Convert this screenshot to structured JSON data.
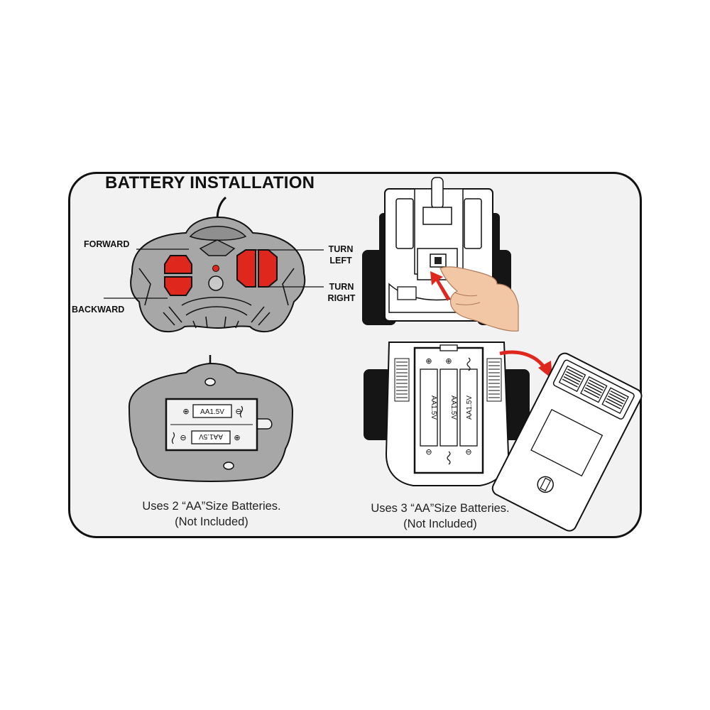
{
  "title": "BATTERY INSTALLATION",
  "remote": {
    "forward": "FORWARD",
    "backward": "BACKWARD",
    "turn_left_1": "TURN",
    "turn_left_2": "LEFT",
    "turn_right_1": "TURN",
    "turn_right_2": "RIGHT",
    "battery_top": "AA1.5V",
    "battery_bottom": "AA1.5V"
  },
  "car": {
    "battery_1": "AA1.5V",
    "battery_2": "AA1.5V",
    "battery_3": "AA1.5V"
  },
  "captions": {
    "left_line1": "Uses 2 “AA”Size Batteries.",
    "left_line2": "(Not Included)",
    "right_line1": "Uses 3 “AA”Size Batteries.",
    "right_line2": "(Not Included)"
  },
  "colors": {
    "button_red": "#e0271e",
    "remote_grey": "#a7a7a7",
    "outline": "#111111",
    "arrow_red": "#e0271e",
    "skin": "#f2c7a6"
  }
}
